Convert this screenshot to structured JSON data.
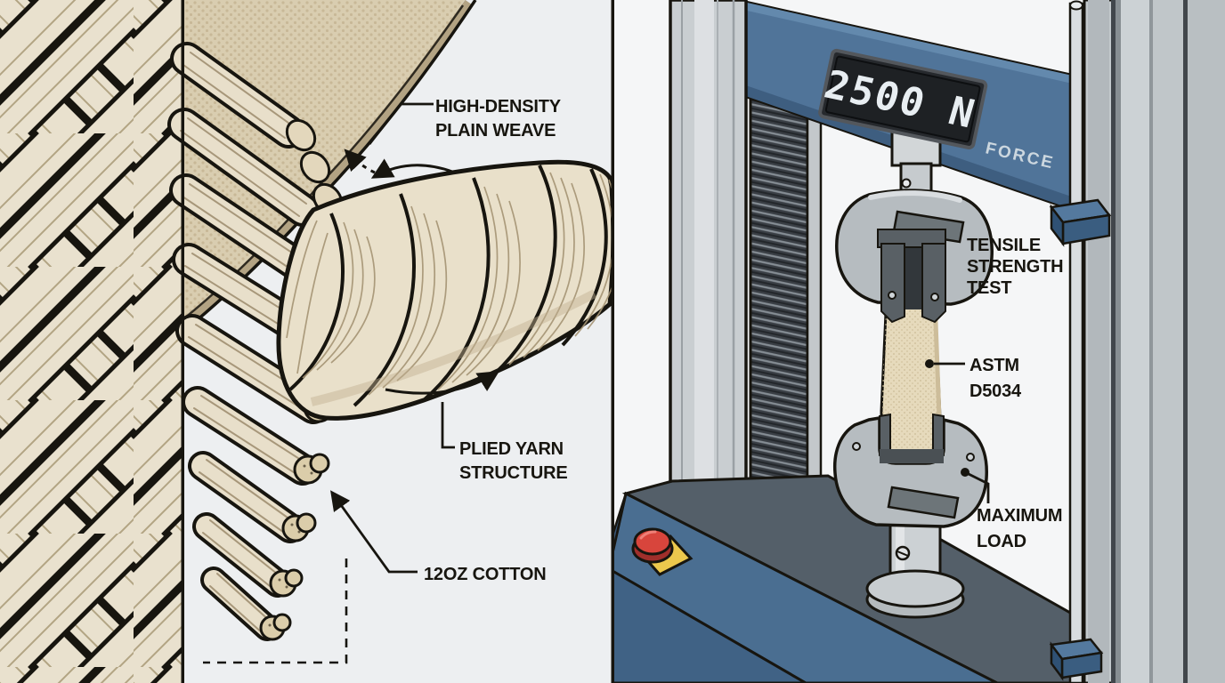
{
  "yarn_detail": {
    "labels": {
      "high_density": {
        "line1": "HIGH-DENSITY",
        "line2": "PLAIN WEAVE"
      },
      "plied_yarn": {
        "line1": "PLIED YARN",
        "line2": "STRUCTURE"
      },
      "cotton": {
        "text": "12OZ COTTON"
      }
    }
  },
  "machine": {
    "display": {
      "value": "2500 N",
      "label": "FORCE"
    },
    "labels": {
      "tensile": {
        "line1": "TENSILE",
        "line2": "STRENGTH",
        "line3": "TEST"
      },
      "astm": {
        "line1": "ASTM",
        "line2": "D5034"
      },
      "maximum_load": {
        "line1": "MAXIMUM",
        "line2": "LOAD"
      }
    }
  },
  "colors": {
    "panel_bg": "#edeff1",
    "machine_bg": "#f5f6f7",
    "ink": "#17150f",
    "yarn_cream": "#e9e0ca",
    "fabric_tan": "#d9cdb0",
    "specimen_tan": "#e6dabc",
    "machine_blue": "#507499",
    "base_blue": "#4a6e91",
    "machine_gray": "#c9ced1",
    "display_bg": "#26292d",
    "display_digits": "#e8eef2",
    "estop_red": "#d8453c",
    "estop_yellow": "#ecc84d"
  }
}
